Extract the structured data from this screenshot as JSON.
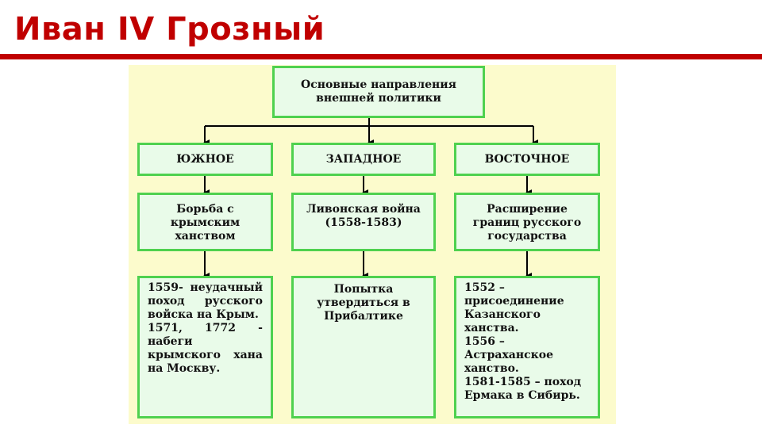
{
  "title": "Иван IV Грозный",
  "root": "Основные направления внешней политики",
  "columns": [
    {
      "direction": "ЮЖНОЕ",
      "goal": "Борьба с крымским ханством",
      "details": [
        "1559- неудачный поход русского войска на Крым.",
        "1571, 1772 - набеги крымского хана на Москву."
      ]
    },
    {
      "direction": "ЗАПАДНОЕ",
      "goal": "Ливонская война (1558-1583)",
      "details": [
        "Попытка утвердиться в Прибалтике"
      ]
    },
    {
      "direction": "ВОСТОЧНОЕ",
      "goal": "Расширение границ русского государства",
      "details": [
        "1552 – присоединение Казанского ханства.",
        "1556 – Астраханское ханство.",
        "1581-1585 – поход Ермака в Сибирь."
      ]
    }
  ],
  "colors": {
    "title": "#c00000",
    "box_border": "#4fd14f",
    "box_fill": "#e9fbe9",
    "panel": "#fcfbcc"
  }
}
